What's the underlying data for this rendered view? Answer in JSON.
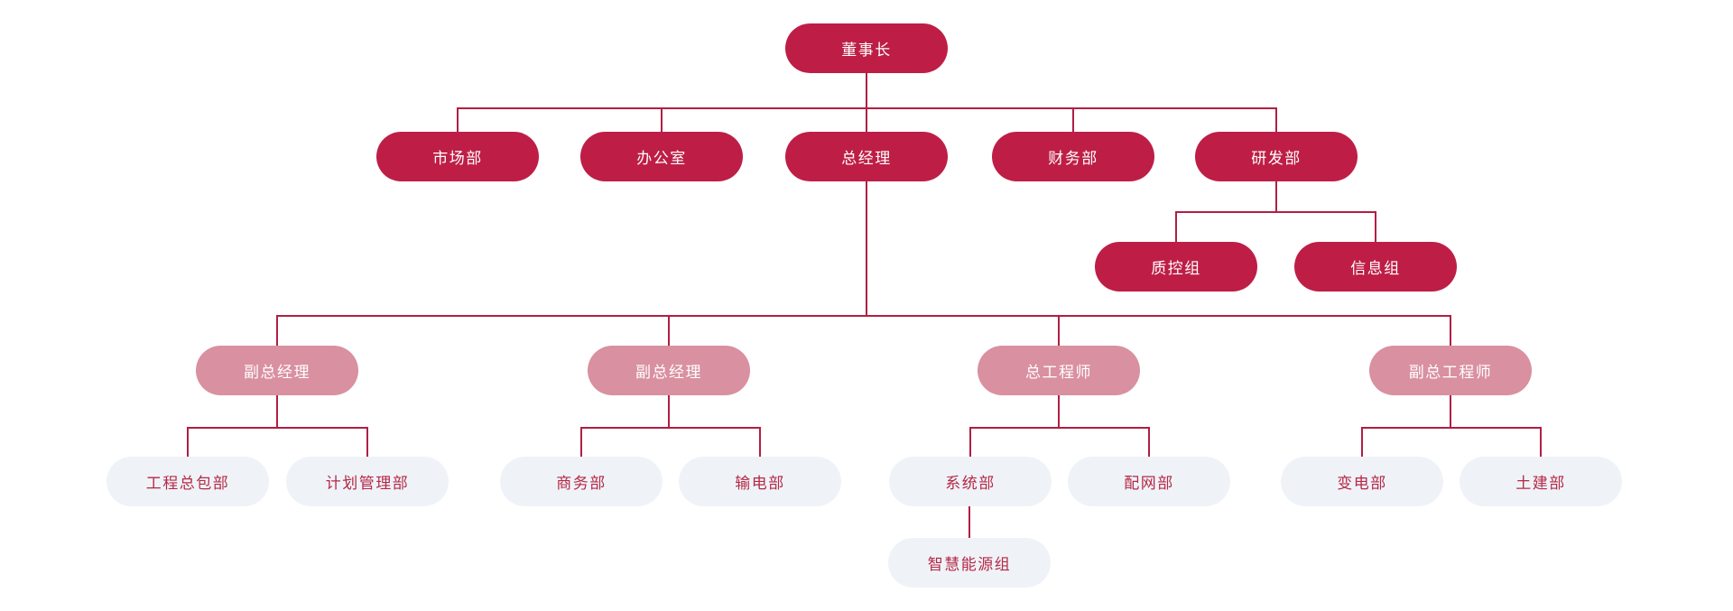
{
  "colors": {
    "primary": "#be1e46",
    "secondary": "#d990a0",
    "tertiary": "#eff3f8",
    "tertiary_text": "#b62846",
    "line": "#b01f44",
    "background": "#ffffff"
  },
  "org_chart": {
    "nodes": {
      "chairman": "董事长",
      "marketing": "市场部",
      "office": "办公室",
      "general_manager": "总经理",
      "finance": "财务部",
      "rnd": "研发部",
      "quality_control": "质控组",
      "information": "信息组",
      "deputy_gm_1": "副总经理",
      "deputy_gm_2": "副总经理",
      "chief_engineer": "总工程师",
      "deputy_chief_engineer": "副总工程师",
      "epc": "工程总包部",
      "planning": "计划管理部",
      "business": "商务部",
      "transmission": "输电部",
      "system": "系统部",
      "distribution": "配网部",
      "substation": "变电部",
      "civil": "土建部",
      "smart_energy": "智慧能源组"
    },
    "edges": [
      [
        "chairman",
        "marketing"
      ],
      [
        "chairman",
        "office"
      ],
      [
        "chairman",
        "general_manager"
      ],
      [
        "chairman",
        "finance"
      ],
      [
        "chairman",
        "rnd"
      ],
      [
        "rnd",
        "quality_control"
      ],
      [
        "rnd",
        "information"
      ],
      [
        "general_manager",
        "deputy_gm_1"
      ],
      [
        "general_manager",
        "deputy_gm_2"
      ],
      [
        "general_manager",
        "chief_engineer"
      ],
      [
        "general_manager",
        "deputy_chief_engineer"
      ],
      [
        "deputy_gm_1",
        "epc"
      ],
      [
        "deputy_gm_1",
        "planning"
      ],
      [
        "deputy_gm_2",
        "business"
      ],
      [
        "deputy_gm_2",
        "transmission"
      ],
      [
        "chief_engineer",
        "system"
      ],
      [
        "chief_engineer",
        "distribution"
      ],
      [
        "deputy_chief_engineer",
        "substation"
      ],
      [
        "deputy_chief_engineer",
        "civil"
      ],
      [
        "system",
        "smart_energy"
      ]
    ]
  }
}
